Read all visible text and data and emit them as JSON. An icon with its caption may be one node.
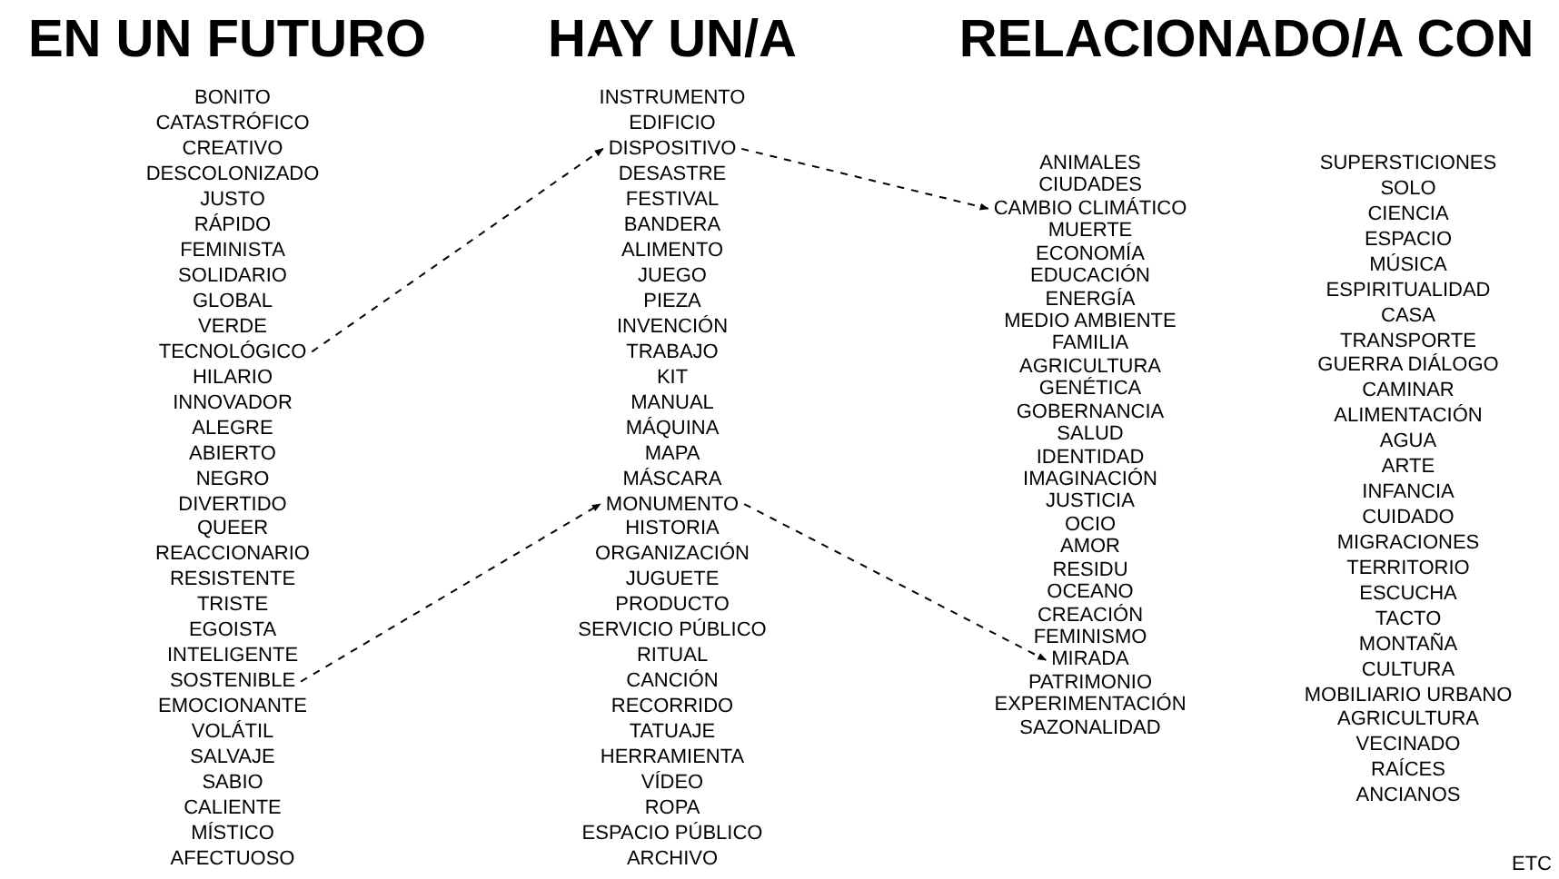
{
  "diagram": {
    "nodes": [
      {
        "text": [
          "TECNOLÓGICO"
        ]
      },
      {
        "text": [
          "SOSTENIBLE"
        ]
      },
      {
        "text": [
          "DISPOSITIVO"
        ]
      },
      {
        "text": [
          "MONUMENTO"
        ]
      },
      {
        "text": [
          "CAMBIO CLIMÁTICO"
        ]
      },
      {
        "text": [
          "MIRADA"
        ]
      }
    ],
    "edges": [
      {
        "from": 0,
        "to": 2,
        "arrow": "to",
        "style": "dashed"
      },
      {
        "from": 2,
        "to": 4,
        "arrow": "to",
        "style": "dashed"
      },
      {
        "from": 1,
        "to": 3,
        "arrow": "to",
        "style": "dashed"
      },
      {
        "from": 3,
        "to": 5,
        "arrow": "to",
        "style": "dashed"
      }
    ],
    "labels": [
      "EN UN FUTURO",
      "HAY UN/A",
      "RELACIONADO/A CON",
      "BONITO",
      "CATASTRÓFICO",
      "CREATIVO",
      "DESCOLONIZADO",
      "JUSTO",
      "RÁPIDO",
      "FEMINISTA",
      "SOLIDARIO",
      "GLOBAL",
      "VERDE",
      "HILARIO",
      "INNOVADOR",
      "ALEGRE",
      "ABIERTO",
      "NEGRO",
      "DIVERTIDO",
      "QUEER",
      "REACCIONARIO",
      "RESISTENTE",
      "TRISTE",
      "EGOISTA",
      "INTELIGENTE",
      "EMOCIONANTE",
      "VOLÁTIL",
      "SALVAJE",
      "SABIO",
      "CALIENTE",
      "MÍSTICO",
      "AFECTUOSO",
      "INSTRUMENTO",
      "EDIFICIO",
      "DESASTRE",
      "FESTIVAL",
      "BANDERA",
      "ALIMENTO",
      "JUEGO",
      "PIEZA",
      "INVENCIÓN",
      "TRABAJO",
      "KIT",
      "MANUAL",
      "MÁQUINA",
      "MAPA",
      "MÁSCARA",
      "HISTORIA",
      "ORGANIZACIÓN",
      "JUGUETE",
      "PRODUCTO",
      "SERVICIO PÚBLICO",
      "RITUAL",
      "CANCIÓN",
      "RECORRIDO",
      "TATUAJE",
      "HERRAMIENTA",
      "VÍDEO",
      "ROPA",
      "ESPACIO PÚBLICO",
      "ARCHIVO",
      "ANIMALES",
      "CIUDADES",
      "MUERTE",
      "ECONOMÍA",
      "EDUCACIÓN",
      "ENERGÍA",
      "MEDIO AMBIENTE",
      "FAMILIA",
      "AGRICULTURA",
      "GENÉTICA",
      "GOBERNANCIA",
      "SALUD",
      "IDENTIDAD",
      "IMAGINACIÓN",
      "JUSTICIA",
      "OCIO",
      "AMOR",
      "RESIDU",
      "OCEANO",
      "CREACIÓN",
      "FEMINISMO",
      "PATRIMONIO",
      "EXPERIMENTACIÓN",
      "SAZONALIDAD",
      "SUPERSTICIONES",
      "SOLO",
      "CIENCIA",
      "ESPACIO",
      "MÚSICA",
      "ESPIRITUALIDAD",
      "CASA",
      "TRANSPORTE",
      "GUERRA DIÁLOGO",
      "CAMINAR",
      "ALIMENTACIÓN",
      "AGUA",
      "ARTE",
      "INFANCIA",
      "CUIDADO",
      "MIGRACIONES",
      "TERRITORIO",
      "ESCUCHA",
      "TACTO",
      "MONTAÑA",
      "CULTURA",
      "MOBILIARIO URBANO",
      "AGRICULTURA",
      "VECINADO",
      "RAÍCES",
      "ANCIANOS",
      "ETC"
    ]
  }
}
